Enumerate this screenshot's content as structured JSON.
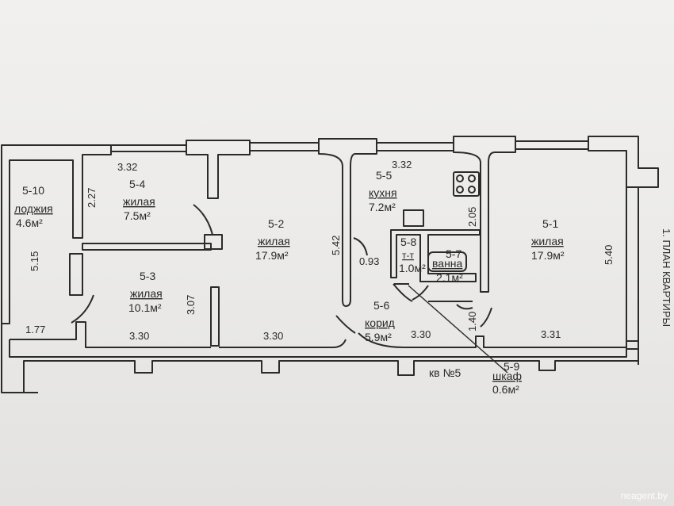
{
  "plan": {
    "sheet_title": "1. ПЛАН КВАРТИРЫ",
    "apartment": "кв №5",
    "rooms": [
      {
        "code": "5-10",
        "type": "лоджия",
        "area": "4.6м²"
      },
      {
        "code": "5-4",
        "type": "жилая",
        "area": "7.5м²"
      },
      {
        "code": "5-2",
        "type": "жилая",
        "area": "17.9м²"
      },
      {
        "code": "5-5",
        "type": "кухня",
        "area": "7.2м²"
      },
      {
        "code": "5-1",
        "type": "жилая",
        "area": "17.9м²"
      },
      {
        "code": "5-3",
        "type": "жилая",
        "area": "10.1м²"
      },
      {
        "code": "5-8",
        "type": "т-т",
        "area": "1.0м²"
      },
      {
        "code": "5-7",
        "type": "ванна",
        "area": "2.1м²"
      },
      {
        "code": "5-6",
        "type": "корид",
        "area": "5.9м²"
      },
      {
        "code": "5-9",
        "type": "шкаф",
        "area": "0.6м²"
      }
    ],
    "dimensions": [
      "3.32",
      "2.27",
      "5.15",
      "1.77",
      "3.30",
      "3.07",
      "3.30",
      "5.42",
      "0.93",
      "3.32",
      "2.05",
      "3.30",
      "1.40",
      "3.31",
      "5.40"
    ]
  },
  "watermark": "neagent.by"
}
